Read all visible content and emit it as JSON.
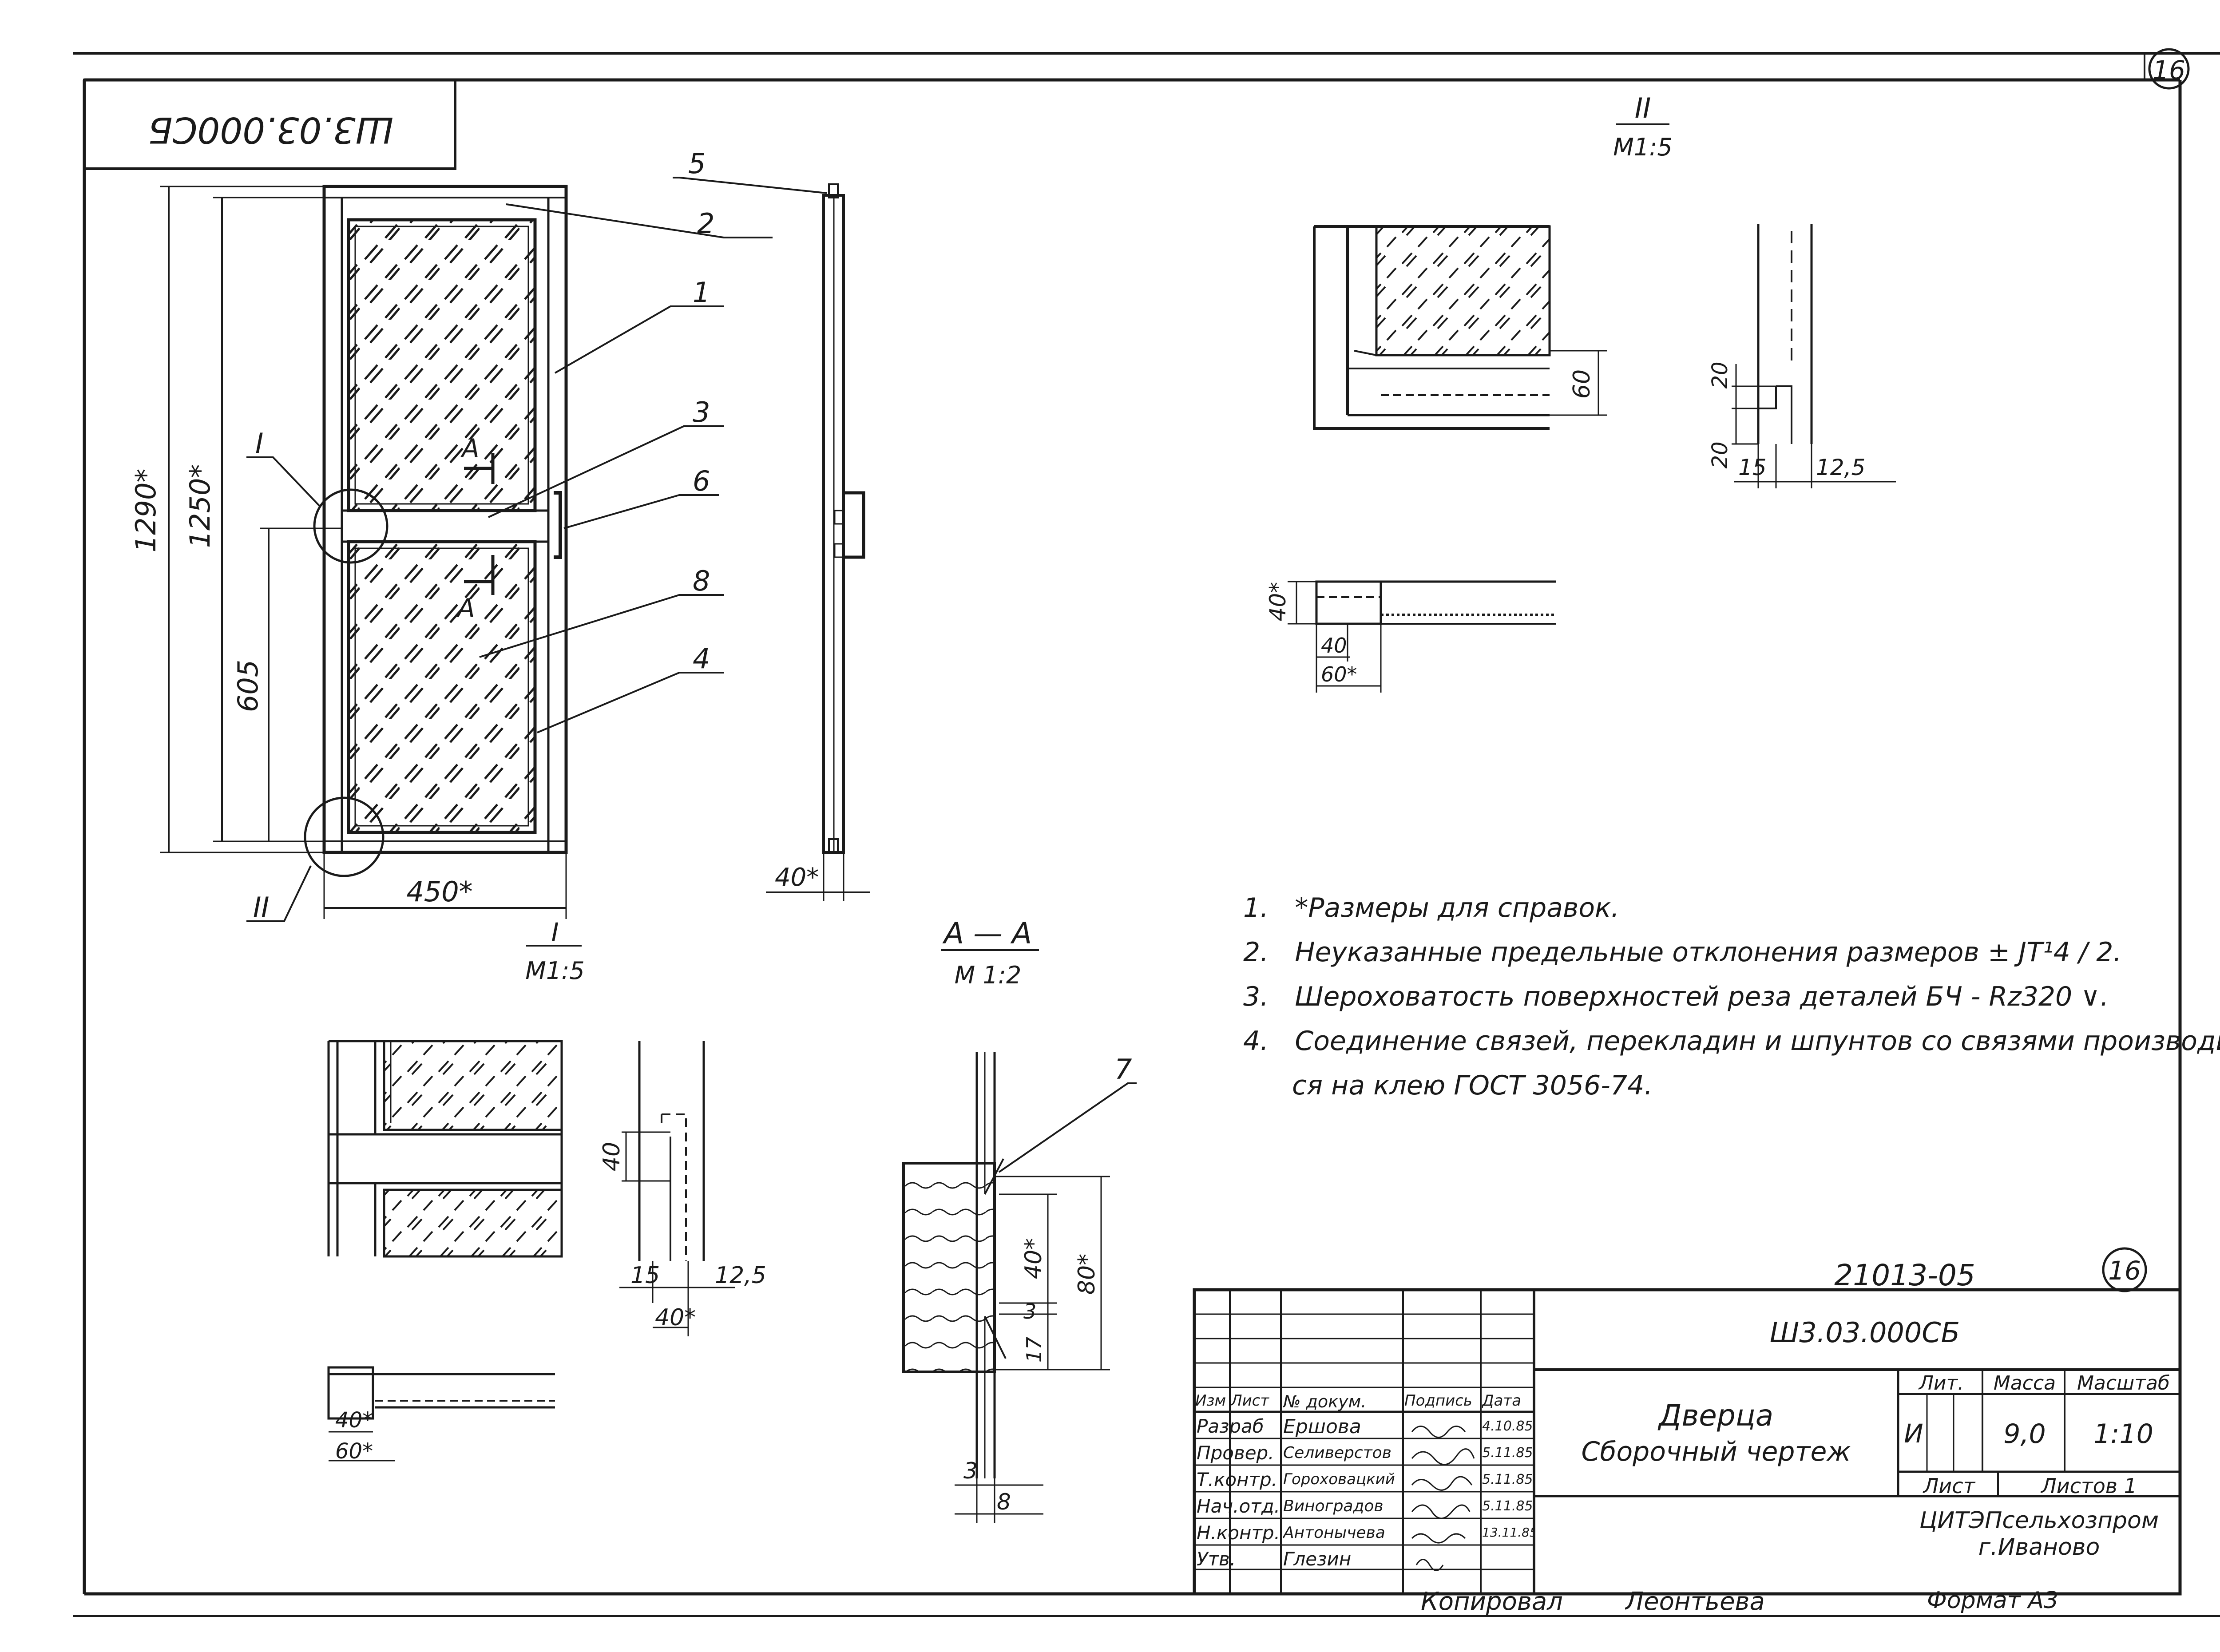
{
  "stamp_code": "Ш3.03.000СБ",
  "sheet_number": "16",
  "project_number": "21013-05",
  "elevation": {
    "dims": {
      "overall_height": "1290*",
      "height": "1250*",
      "lower": "605",
      "width": "450*",
      "thickness": "40*"
    },
    "callouts": [
      "1",
      "2",
      "3",
      "4",
      "5",
      "6",
      "8"
    ],
    "section_mark": "A",
    "detail_I": "I",
    "detail_II": "II",
    "view_label": "I",
    "view_scale": "М1:5"
  },
  "detail_I": {
    "dims": {
      "a": "40",
      "b": "15",
      "c": "12,5",
      "d": "40*",
      "e": "40*",
      "f": "60*"
    }
  },
  "section_AA": {
    "title": "А — А",
    "scale": "М 1:2",
    "callout": "7",
    "dims": {
      "a": "40*",
      "b": "80*",
      "c": "3",
      "d": "17",
      "e": "3",
      "f": "8"
    }
  },
  "detail_II": {
    "title": "II",
    "scale": "М1:5",
    "dims": {
      "a": "60",
      "b": "20",
      "c": "20",
      "d": "15",
      "e": "12,5",
      "f": "40*",
      "g": "40",
      "h": "60*"
    }
  },
  "notes": [
    {
      "num": "1.",
      "text": "*Размеры для справок."
    },
    {
      "num": "2.",
      "text": "Неуказанные предельные отклонения размеров ± JT¹4 / 2."
    },
    {
      "num": "3.",
      "text": "Шероховатость поверхностей реза деталей БЧ - Rz320 ∨."
    },
    {
      "num": "4.",
      "text": "Соединение связей, перекладин и шпунтов со связями производит-"
    },
    {
      "num": "",
      "text": "ся на клею ГОСТ 3056-74."
    }
  ],
  "title_block": {
    "designation": "Ш3.03.000СБ",
    "name_line1": "Дверца",
    "name_line2": "Сборочный чертеж",
    "col_headers": [
      "Изм",
      "Лист",
      "№ докум.",
      "Подпись",
      "Дата"
    ],
    "rows": [
      {
        "role": "Разраб",
        "name": "Ершова",
        "date": "4.10.85"
      },
      {
        "role": "Провер.",
        "name": "Селиверстов",
        "date": "5.11.85"
      },
      {
        "role": "Т.контр.",
        "name": "Гороховацкий",
        "date": "5.11.85"
      },
      {
        "role": "Нач.отд.",
        "name": "Виноградов",
        "date": "5.11.85"
      },
      {
        "role": "Н.контр.",
        "name": "Антонычева",
        "date": "13.11.85"
      },
      {
        "role": "Утв.",
        "name": "Глезин",
        "date": ""
      }
    ],
    "lit_label": "Лит.",
    "mass_label": "Масса",
    "scale_label": "Масштаб",
    "lit_value": "И",
    "mass_value": "9,0",
    "scale_value": "1:10",
    "sheet_label": "Лист",
    "sheets_label": "Листов 1",
    "org_line1": "ЦИТЭПсельхозпром",
    "org_line2": "г.Иваново",
    "copied_label": "Копировал",
    "copied_name": "Леонтьева",
    "format_label": "Формат А3"
  }
}
